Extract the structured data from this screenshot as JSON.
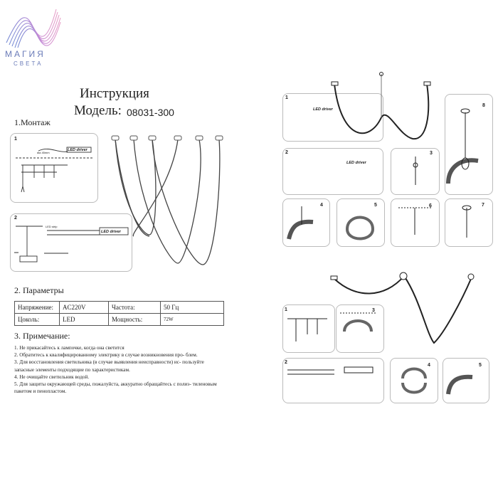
{
  "logo": {
    "word1": "МАГИЯ",
    "word2": "СВЕТА"
  },
  "header": {
    "title": "Инструкция",
    "model_label": "Модель:",
    "model_number": "08031-300"
  },
  "sections": {
    "mount": "1.Монтаж",
    "params": "2. Параметры",
    "notes": "3. Примечание:"
  },
  "params": {
    "voltage_label": "Напряжение:",
    "voltage_value": "AC220V",
    "freq_label": "Частота:",
    "freq_value": "50 Гц",
    "socket_label": "Цоколь:",
    "socket_value": "LED",
    "power_label": "Мощность:",
    "power_value": "72W"
  },
  "notes": [
    "1. Не прикасайтесь к лампочке, когда она светится",
    "2. Обратитесь к квалифицированному электрику в случае возникновения про- блем.",
    "3. Для восстановления светильника (в случае выявления неисправности) ис- пользуйте запасные элементы подходящие по характеристикам.",
    "4. Не очищайте светильник водой.",
    "5. Для защиты окружающей среды, пожалуйста, аккуратно обращайтесь с полиэ- тиленовым пакетом и пенопластом."
  ],
  "diagram": {
    "driver_label": "LED driver",
    "strip_label": "LED strip",
    "dia_label": "dia 45mm",
    "steps": [
      "1",
      "2",
      "3",
      "4",
      "5",
      "6",
      "7",
      "8"
    ]
  }
}
